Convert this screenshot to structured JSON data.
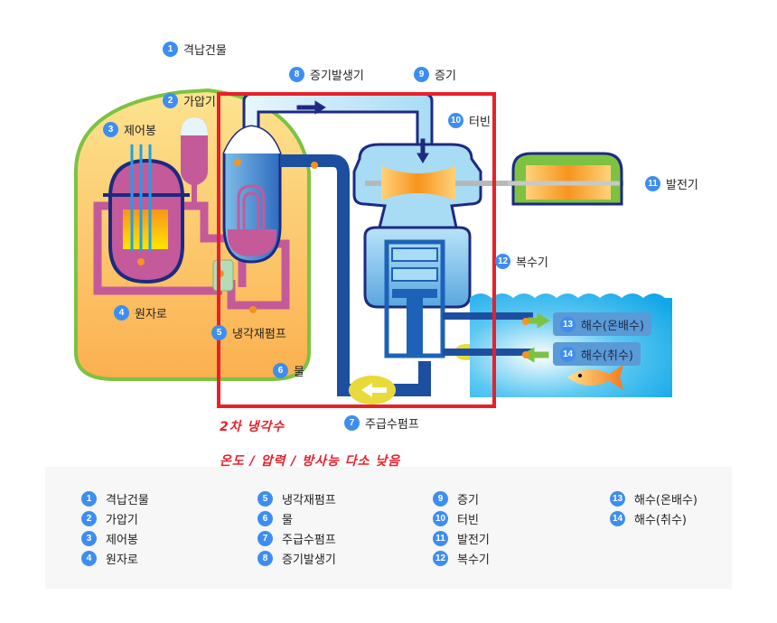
{
  "diagram": {
    "labels": [
      {
        "num": "1",
        "text": "격납건물"
      },
      {
        "num": "2",
        "text": "가압기"
      },
      {
        "num": "3",
        "text": "제어봉"
      },
      {
        "num": "4",
        "text": "원자로"
      },
      {
        "num": "5",
        "text": "냉각재펌프"
      },
      {
        "num": "6",
        "text": "물"
      },
      {
        "num": "7",
        "text": "주급수펌프"
      },
      {
        "num": "8",
        "text": "증기발생기"
      },
      {
        "num": "9",
        "text": "증기"
      },
      {
        "num": "10",
        "text": "터빈"
      },
      {
        "num": "11",
        "text": "발전기"
      },
      {
        "num": "12",
        "text": "복수기"
      },
      {
        "num": "13",
        "text": "해수(온배수)"
      },
      {
        "num": "14",
        "text": "해수(취수)"
      }
    ],
    "annotation": {
      "line1": "2차 냉각수",
      "line2": "온도 / 압력 / 방사능 다소 낮음",
      "highlight_color": "#e8202a"
    },
    "colors": {
      "containment_fill": "#fcd27a",
      "containment_border": "#7dc242",
      "primary_loop": "#c45a9a",
      "secondary_loop": "#1d4fa0",
      "steam": "#a8dcf5",
      "sea": "#1eb0ec",
      "badge": "#3d8ef0"
    }
  },
  "legend": {
    "columns": [
      [
        {
          "num": "1",
          "text": "격납건물"
        },
        {
          "num": "2",
          "text": "가압기"
        },
        {
          "num": "3",
          "text": "제어봉"
        },
        {
          "num": "4",
          "text": "원자로"
        }
      ],
      [
        {
          "num": "5",
          "text": "냉각재펌프"
        },
        {
          "num": "6",
          "text": "물"
        },
        {
          "num": "7",
          "text": "주급수펌프"
        },
        {
          "num": "8",
          "text": "증기발생기"
        }
      ],
      [
        {
          "num": "9",
          "text": "증기"
        },
        {
          "num": "10",
          "text": "터빈"
        },
        {
          "num": "11",
          "text": "발전기"
        },
        {
          "num": "12",
          "text": "복수기"
        }
      ],
      [
        {
          "num": "13",
          "text": "해수(온배수)"
        },
        {
          "num": "14",
          "text": "해수(취수)"
        }
      ]
    ]
  }
}
